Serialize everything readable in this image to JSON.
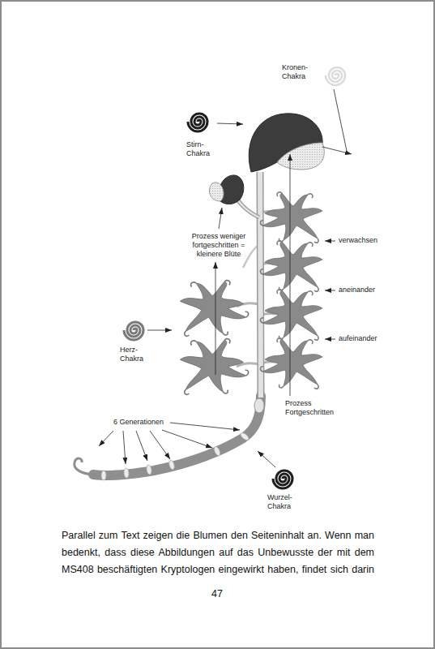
{
  "diagram": {
    "labels": [
      "Kronen- Chakra",
      "Stirn- Chakra",
      "Prozess weniger fortgeschritten = kleinere Blüte",
      "verwachsen",
      "aneinander",
      "aufeinander",
      "Herz- Chakra",
      "Prozess Fortgeschritten",
      "6 Generationen",
      "Wurzel- Chakra",
      "Parallel zum Text zeigen die Blumen den Seiteninhalt an. Wenn man bedenkt, dass diese Abbildungen auf das Unbewusste der mit dem MS408 beschäftigten Kryptologen eingewirkt haben, findet sich darin",
      "47"
    ]
  }
}
